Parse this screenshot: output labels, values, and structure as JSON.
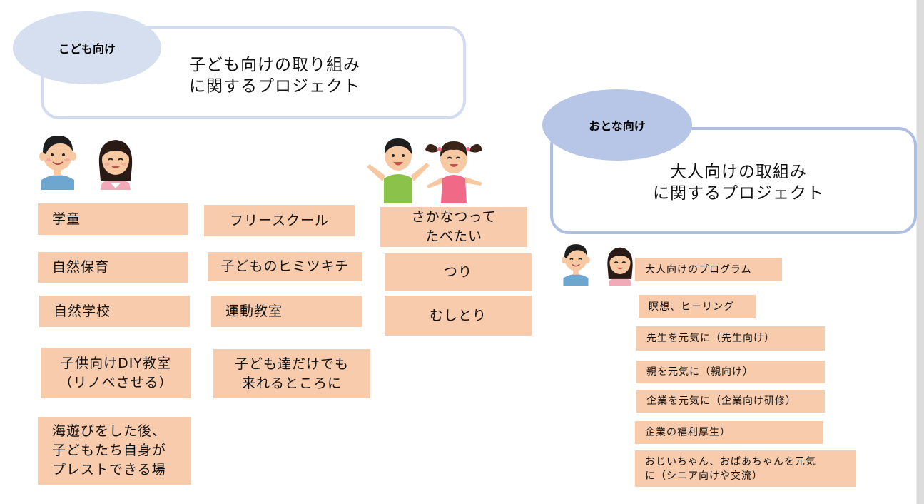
{
  "kids_section": {
    "label": "こども向け",
    "title": "子ども向けの取り組み\nに関するプロジェクト",
    "column1": [
      "学童",
      "自然保育",
      "自然学校",
      "子供向けDIY教室\n（リノベさせる）",
      "海遊びをした後、\n子どもたち自身が\nプレストできる場"
    ],
    "column2": [
      "フリースクール",
      "子どものヒミツキチ",
      "運動教室",
      "子ども達だけでも\n来れるところに"
    ],
    "column3": [
      "さかなつって\nたべたい",
      "つり",
      "むしとり"
    ]
  },
  "adults_section": {
    "label": "おとな向け",
    "title": "大人向けの取組み\nに関するプロジェクト",
    "items": [
      "大人向けのプログラム",
      "瞑想、ヒーリング",
      "先生を元気に（先生向け）",
      "親を元気に（親向け）",
      "企業を元気に（企業向け研修）",
      "企業の福利厚生）",
      "おじいちゃん、おばあちゃんを元気\nに（シニア向けや交流）"
    ]
  },
  "colors": {
    "note_fill": "#f8cbad",
    "kids_label_fill": "#d6dff0",
    "kids_frame_border": "#d3dcee",
    "adults_label_fill": "#b7c6e6",
    "adults_frame_border": "#aebfe1"
  },
  "icons": [
    "man-face-icon",
    "woman-face-icon",
    "boy-cheering-icon",
    "girl-cheering-icon"
  ]
}
